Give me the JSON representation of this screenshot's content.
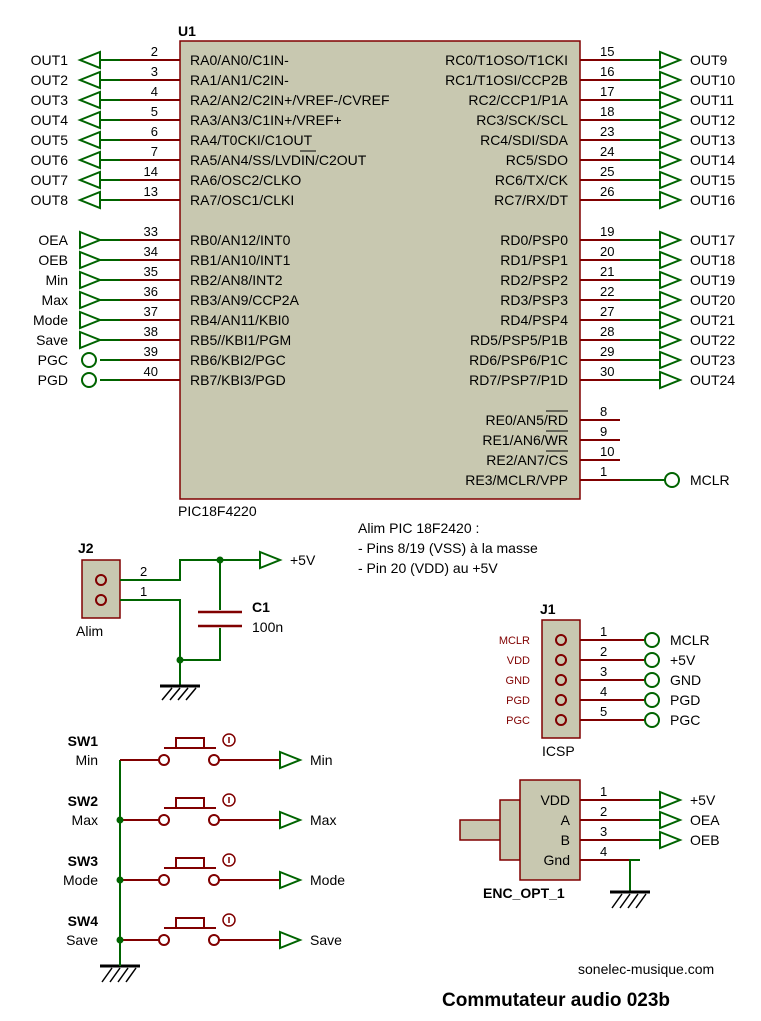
{
  "colors": {
    "wire": "#006400",
    "body_fill": "#c8c8b0",
    "body_stroke": "#800000",
    "pin": "#800000",
    "text": "#000000"
  },
  "u1": {
    "ref": "U1",
    "part": "PIC18F4220",
    "left_pins": [
      {
        "num": "2",
        "name": "RA0/AN0/C1IN-",
        "net": "OUT1",
        "dir": "out"
      },
      {
        "num": "3",
        "name": "RA1/AN1/C2IN-",
        "net": "OUT2",
        "dir": "out"
      },
      {
        "num": "4",
        "name": "RA2/AN2/C2IN+/VREF-/CVREF",
        "net": "OUT3",
        "dir": "out"
      },
      {
        "num": "5",
        "name": "RA3/AN3/C1IN+/VREF+",
        "net": "OUT4",
        "dir": "out"
      },
      {
        "num": "6",
        "name": "RA4/T0CKI/C1OUT",
        "net": "OUT5",
        "dir": "out"
      },
      {
        "num": "7",
        "name": "RA5/AN4/SS/LVDIN/C2OUT",
        "net": "OUT6",
        "dir": "out"
      },
      {
        "num": "14",
        "name": "RA6/OSC2/CLKO",
        "net": "OUT7",
        "dir": "out"
      },
      {
        "num": "13",
        "name": "RA7/OSC1/CLKI",
        "net": "OUT8",
        "dir": "out"
      },
      {
        "num": "33",
        "name": "RB0/AN12/INT0",
        "net": "OEA",
        "dir": "in"
      },
      {
        "num": "34",
        "name": "RB1/AN10/INT1",
        "net": "OEB",
        "dir": "in"
      },
      {
        "num": "35",
        "name": "RB2/AN8/INT2",
        "net": "Min",
        "dir": "in"
      },
      {
        "num": "36",
        "name": "RB3/AN9/CCP2A",
        "net": "Max",
        "dir": "in"
      },
      {
        "num": "37",
        "name": "RB4/AN11/KBI0",
        "net": "Mode",
        "dir": "in"
      },
      {
        "num": "38",
        "name": "RB5//KBI1/PGM",
        "net": "Save",
        "dir": "in"
      },
      {
        "num": "39",
        "name": "RB6/KBI2/PGC",
        "net": "PGC",
        "dir": "term"
      },
      {
        "num": "40",
        "name": "RB7/KBI3/PGD",
        "net": "PGD",
        "dir": "term"
      }
    ],
    "right_pins": [
      {
        "num": "15",
        "name": "RC0/T1OSO/T1CKI",
        "net": "OUT9",
        "dir": "out"
      },
      {
        "num": "16",
        "name": "RC1/T1OSI/CCP2B",
        "net": "OUT10",
        "dir": "out"
      },
      {
        "num": "17",
        "name": "RC2/CCP1/P1A",
        "net": "OUT11",
        "dir": "out"
      },
      {
        "num": "18",
        "name": "RC3/SCK/SCL",
        "net": "OUT12",
        "dir": "out"
      },
      {
        "num": "23",
        "name": "RC4/SDI/SDA",
        "net": "OUT13",
        "dir": "out"
      },
      {
        "num": "24",
        "name": "RC5/SDO",
        "net": "OUT14",
        "dir": "out"
      },
      {
        "num": "25",
        "name": "RC6/TX/CK",
        "net": "OUT15",
        "dir": "out"
      },
      {
        "num": "26",
        "name": "RC7/RX/DT",
        "net": "OUT16",
        "dir": "out"
      },
      {
        "num": "19",
        "name": "RD0/PSP0",
        "net": "OUT17",
        "dir": "out"
      },
      {
        "num": "20",
        "name": "RD1/PSP1",
        "net": "OUT18",
        "dir": "out"
      },
      {
        "num": "21",
        "name": "RD2/PSP2",
        "net": "OUT19",
        "dir": "out"
      },
      {
        "num": "22",
        "name": "RD3/PSP3",
        "net": "OUT20",
        "dir": "out"
      },
      {
        "num": "27",
        "name": "RD4/PSP4",
        "net": "OUT21",
        "dir": "out"
      },
      {
        "num": "28",
        "name": "RD5/PSP5/P1B",
        "net": "OUT22",
        "dir": "out"
      },
      {
        "num": "29",
        "name": "RD6/PSP6/P1C",
        "net": "OUT23",
        "dir": "out"
      },
      {
        "num": "30",
        "name": "RD7/PSP7/P1D",
        "net": "OUT24",
        "dir": "out"
      },
      {
        "num": "8",
        "name": "RE0/AN5/RD",
        "net": "",
        "dir": "none"
      },
      {
        "num": "9",
        "name": "RE1/AN6/WR",
        "net": "",
        "dir": "none"
      },
      {
        "num": "10",
        "name": "RE2/AN7/CS",
        "net": "",
        "dir": "none"
      },
      {
        "num": "1",
        "name": "RE3/MCLR/VPP",
        "net": "MCLR",
        "dir": "term"
      }
    ]
  },
  "note": {
    "line1": "Alim PIC 18F2420 :",
    "line2": "- Pins 8/19 (VSS) à la masse",
    "line3": "- Pin 20 (VDD) au +5V"
  },
  "j2": {
    "ref": "J2",
    "label": "Alim",
    "pin2": "2",
    "pin1": "1",
    "vcc": "+5V"
  },
  "c1": {
    "ref": "C1",
    "value": "100n"
  },
  "j1": {
    "ref": "J1",
    "label": "ICSP",
    "pins": [
      {
        "name": "MCLR",
        "num": "1",
        "net": "MCLR"
      },
      {
        "name": "VDD",
        "num": "2",
        "net": "+5V"
      },
      {
        "name": "GND",
        "num": "3",
        "net": "GND"
      },
      {
        "name": "PGD",
        "num": "4",
        "net": "PGD"
      },
      {
        "name": "PGC",
        "num": "5",
        "net": "PGC"
      }
    ]
  },
  "switches": [
    {
      "ref": "SW1",
      "name": "Min",
      "net": "Min"
    },
    {
      "ref": "SW2",
      "name": "Max",
      "net": "Max"
    },
    {
      "ref": "SW3",
      "name": "Mode",
      "net": "Mode"
    },
    {
      "ref": "SW4",
      "name": "Save",
      "net": "Save"
    }
  ],
  "encoder": {
    "ref": "ENC_OPT_1",
    "pins": [
      {
        "name": "VDD",
        "num": "1",
        "net": "+5V"
      },
      {
        "name": "A",
        "num": "2",
        "net": "OEA"
      },
      {
        "name": "B",
        "num": "3",
        "net": "OEB"
      },
      {
        "name": "Gnd",
        "num": "4",
        "net": ""
      }
    ]
  },
  "footer": {
    "site": "sonelec-musique.com",
    "title": "Commutateur audio 023b"
  }
}
